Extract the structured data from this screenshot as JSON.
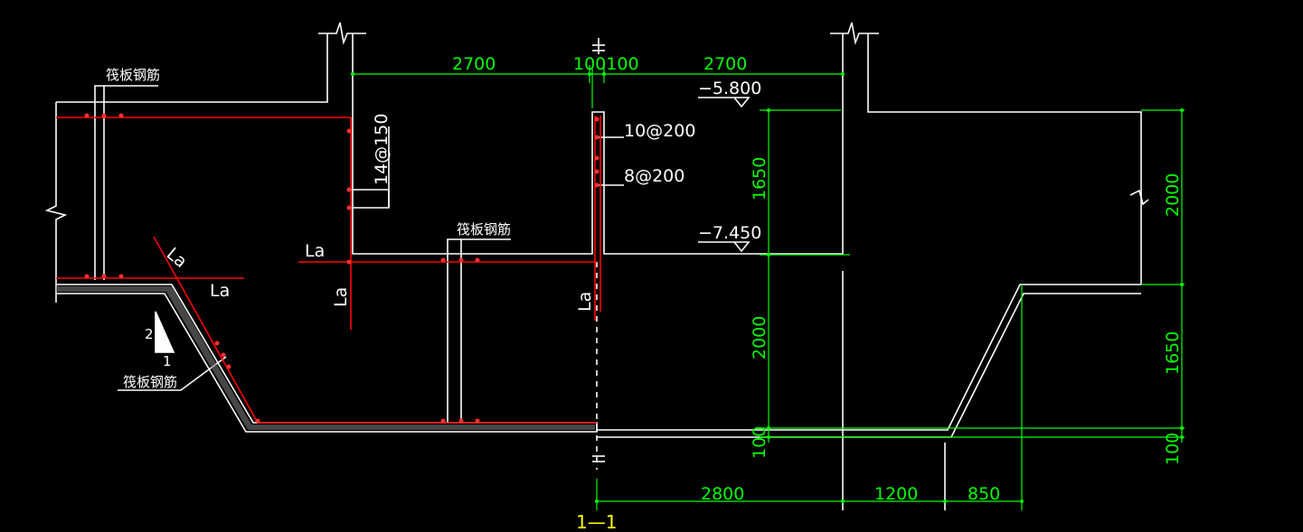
{
  "colors": {
    "background": "#000000",
    "outline": "#ffffff",
    "dimension": "#00ff00",
    "rebar": "#ff0000",
    "title": "#ffff00"
  },
  "dimensions": {
    "top_left": "2700",
    "top_mid": "100100",
    "top_right": "2700",
    "bottom_1": "2800",
    "bottom_2": "1200",
    "bottom_3": "850",
    "v_1650_mid": "1650",
    "v_2000_mid": "2000",
    "v_100_mid": "100",
    "v_2000_right": "2000",
    "v_1650_right": "1650",
    "v_100_right": "100"
  },
  "elevations": {
    "upper": "−5.800",
    "lower": "−7.450"
  },
  "rebar_labels": {
    "raft_top_left": "筏板钢筋",
    "raft_center": "筏板钢筋",
    "raft_slope": "筏板钢筋",
    "wall_14_150": "14@150",
    "wall_10_200": "10@200",
    "wall_8_200": "8@200"
  },
  "anchorage": {
    "la_slope": "La",
    "la_left_horizontal": "La",
    "la_left_mid": "La",
    "la_left_vertical": "La",
    "la_center_vertical": "La"
  },
  "slope_ratio": {
    "rise": "2",
    "run": "1"
  },
  "section_title": "1—1"
}
